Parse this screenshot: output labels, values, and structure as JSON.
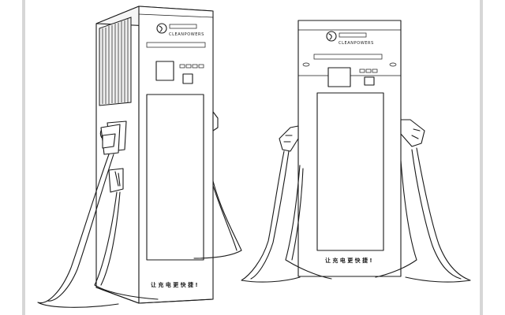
{
  "chargers": [
    {
      "name": "angled",
      "logo_text": "CLEANPOWERS",
      "slogan": "让充电更快捷!"
    },
    {
      "name": "front",
      "logo_text": "CLEANPOWERS",
      "slogan": "让充电更快捷!"
    }
  ],
  "colors": {
    "line": "#1a1a1a",
    "background": "#ffffff",
    "frame": "#d7d7d7"
  }
}
